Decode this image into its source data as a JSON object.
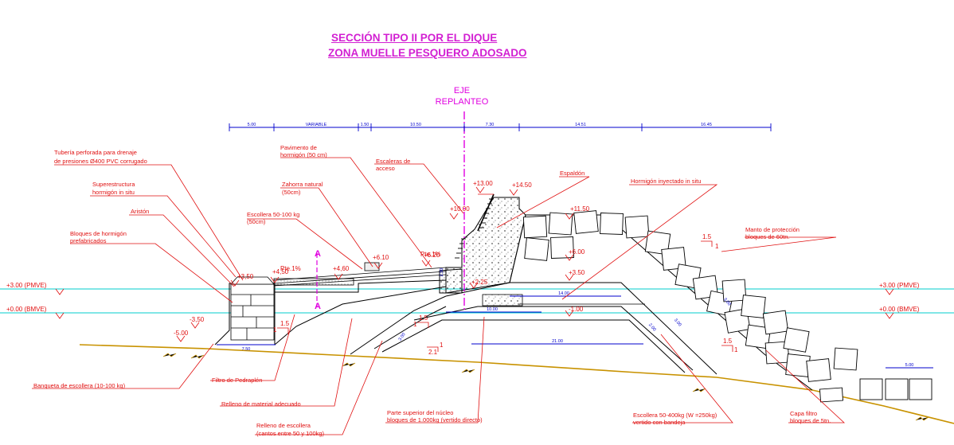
{
  "title": {
    "line1": "SECCIÓN TIPO II POR EL DIQUE",
    "line2": "ZONA MUELLE PESQUERO ADOSADO"
  },
  "axis": {
    "line1": "EJE",
    "line2": "REPLANTEO",
    "mark": "A"
  },
  "dimensions": {
    "top": [
      "5.00",
      "VARIABLE",
      "1.50",
      "10.50",
      "7.30",
      "14.51",
      "16.45"
    ],
    "base_left": "7.50",
    "base_toe": "14.00",
    "core_top": "10.00",
    "core_bottom": "21.00",
    "right_toe": "5.00",
    "slope_a": "3.00",
    "slope_b": "2.00",
    "slope_c": "3.00",
    "slope_d": "3.00",
    "crown_step": "2.50"
  },
  "levels": {
    "pmve": "+3.00 (PMVE)",
    "bmve": "+0.00 (BMVE)",
    "l350": "+3,50",
    "l450a": "+4,50",
    "l460": "+4,60",
    "l610": "+6.10",
    "l620": "+6.20",
    "l1000": "+10.00",
    "l1300": "+13.00",
    "l1450": "+14.50",
    "l1150": "+11.50",
    "l600": "+6.00",
    "l350b": "+3.50",
    "l225": "+2.25",
    "m100": "-1.00",
    "m350": "-3,50",
    "m500": "-5.00"
  },
  "slopes": {
    "s1": "1.5",
    "s1b": "1",
    "s2": "1.5",
    "s2b": "1",
    "s3": "2.1",
    "s3b": "1",
    "s4": "1.5",
    "s4b": "1",
    "s5": "1.5",
    "s5b": "1",
    "pte1": "Pte.1%",
    "pte2": "Pte.1%"
  },
  "labels": {
    "tuberia_1": "Tubería perforada para drenaje",
    "tuberia_2": "de presiones Ø400 PVC corrugado",
    "superestructura_1": "Superestructura",
    "superestructura_2": "hormigón in situ",
    "ariston": "Aristón",
    "bloques_1": "Bloques de hormigón",
    "bloques_2": "prefabricados",
    "pavimento_1": "Pavimento de",
    "pavimento_2": "hormigón (50 cm)",
    "zahorra_1": "Zahorra natural",
    "zahorra_2": "(50cm)",
    "escollera_1": "Escollera 50-100 kg",
    "escollera_2": "(50cm)",
    "escaleras_1": "Escaleras de",
    "escaleras_2": "acceso",
    "espaldon": "Espaldón",
    "hormigon_iny": "Hormigón inyectado in situ",
    "manto_1": "Manto de protección",
    "manto_2": "bloques de 60tn.",
    "banqueta": "Banqueta de escollera (10-100 kg)",
    "filtro": "Filtro de Pedraplén",
    "relleno_mat": "Relleno de material adecuado",
    "relleno_esc_1": "Relleno de escollera",
    "relleno_esc_2": "(cantos entre 50 y 100kg)",
    "nucleo_1": "Parte superior del núcleo",
    "nucleo_2": "bloques de 1.000kg (vertido directo)",
    "escollera_big_1": "Escollera 50-400kg (W =250kg)",
    "escollera_big_2": "vertido con bandeja",
    "capa_1": "Capa filtro",
    "capa_2": "bloques de 5tn."
  },
  "colors": {
    "annotation": "#e01010",
    "title": "#d21fd2",
    "section": "#000000",
    "dimension": "#0000cc",
    "water": "#00cccc",
    "ground": "#c89200",
    "axis": "#e000e0"
  }
}
